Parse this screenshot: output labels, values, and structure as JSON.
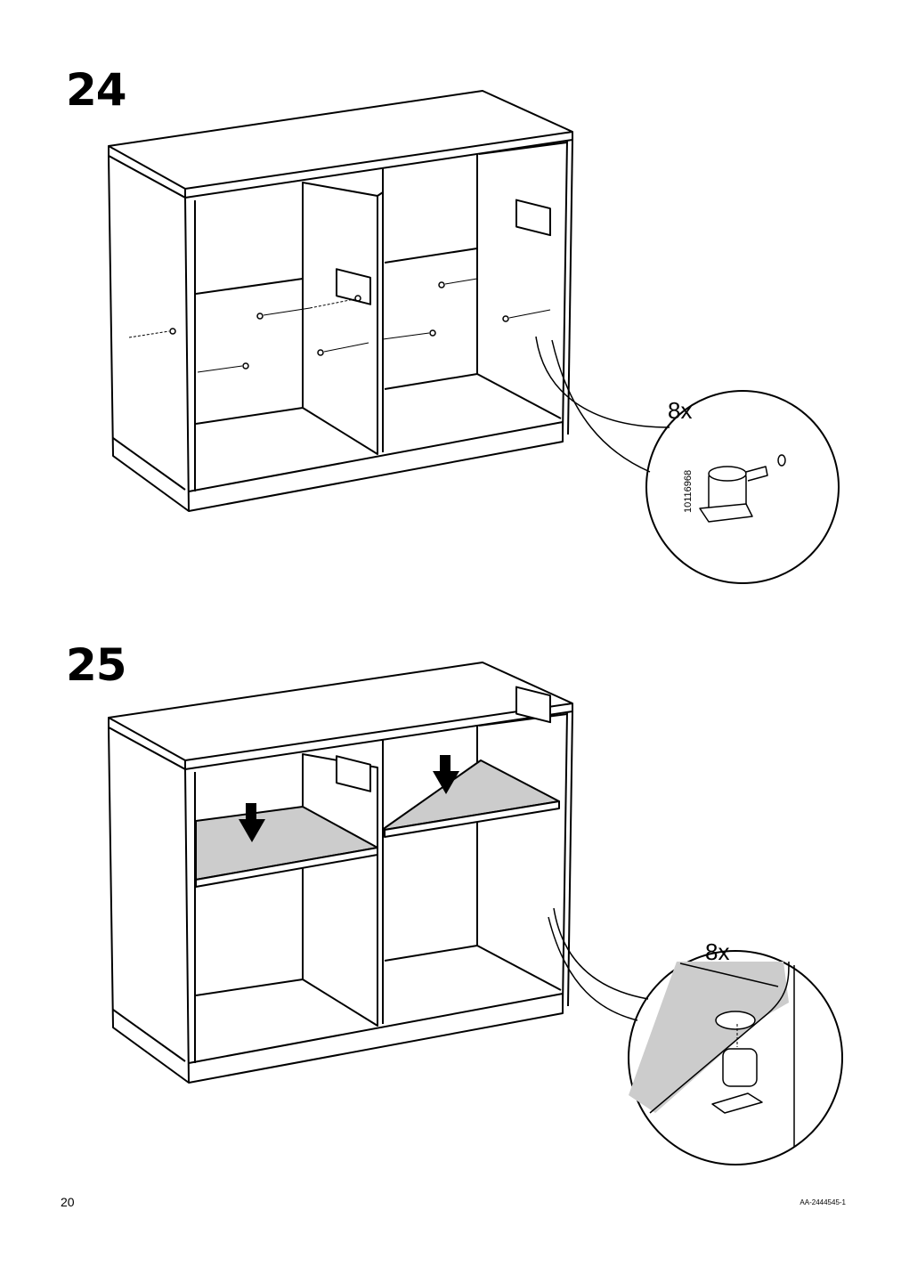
{
  "steps": [
    {
      "number": "24",
      "quantity": "8x",
      "part_number": "10116968"
    },
    {
      "number": "25",
      "quantity": "8x"
    }
  ],
  "footer": {
    "page_number": "20",
    "doc_code": "AA-2444545-1"
  },
  "colors": {
    "line": "#000000",
    "shelf_fill": "#cccccc",
    "background": "#ffffff"
  }
}
